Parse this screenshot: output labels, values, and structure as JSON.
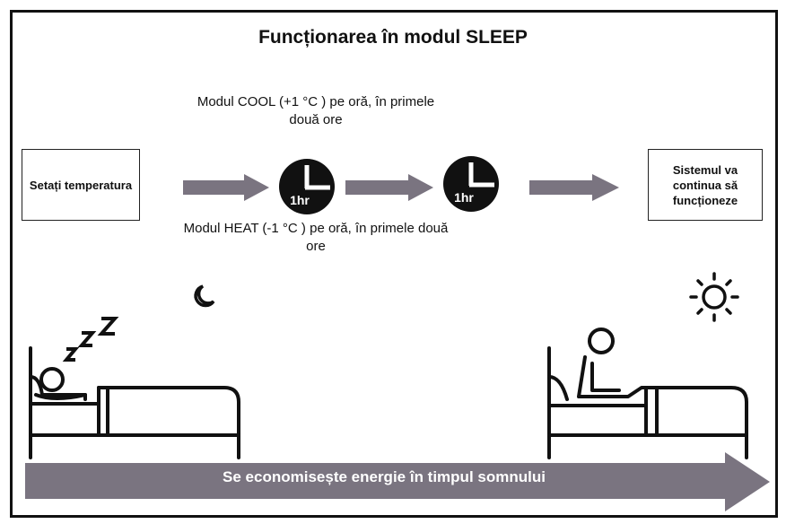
{
  "title": "Funcționarea în modul SLEEP",
  "cool_note": "Modul COOL (+1 °C ) pe oră, în primele două ore",
  "heat_note": "Modul HEAT (-1 °C ) pe oră, în primele două ore",
  "start_box": "Setați temperatura",
  "end_box": "Sistemul va continua să funcționeze",
  "clock_label": "1hr",
  "banner": "Se economisește energie în timpul somnului",
  "colors": {
    "arrow": "#7a7480",
    "clock": "#111111",
    "line": "#222222"
  },
  "icons": [
    "moon-icon",
    "sun-icon",
    "zzz-icon",
    "clock-icon"
  ]
}
